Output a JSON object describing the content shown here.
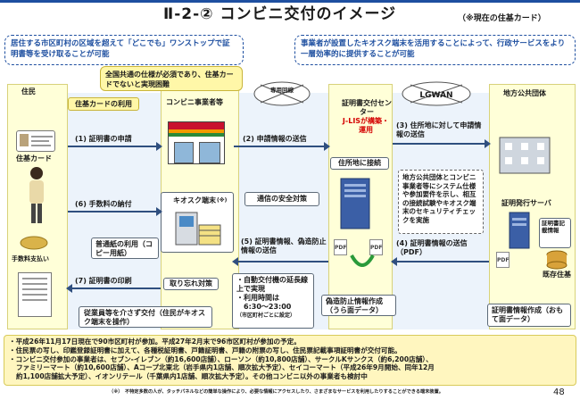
{
  "header": {
    "title": "Ⅱ-2-② コンビニ交付のイメージ",
    "subtitle": "（※現在の住基カード）"
  },
  "callouts": {
    "left": "居住する市区町村の区域を超えて「どこでも」ワンストップで証明書等を受け取ることが可能",
    "right": "事業者が設置したキオスク端末を活用することによって、行政サービスをより一層効率的に提供することが可能",
    "spec": "全国共通の仕様が必須であり、住基カードでないと実現困難"
  },
  "columns": {
    "resident": "住民",
    "conbini": "コンビニ事業者等",
    "center": "証明書交付センター",
    "center_note": "J-LISが構築・運用",
    "local": "地方公共団体"
  },
  "resident": {
    "card_usage": "住基カードの利用",
    "card_label": "住基カード",
    "fee_label": "手数料支払い"
  },
  "networks": {
    "private": "専用回線",
    "lgwan": "LGWAN"
  },
  "steps": {
    "s1": "(1) 証明書の申請",
    "s2": "(2) 申請情報の送信",
    "s3": "(3) 住所地に対して申請情報の送信",
    "s4": "(4) 証明書情報の送信（PDF）",
    "s5": "(5) 証明書情報、偽造防止情報の送信",
    "s6": "(6) 手数料の納付",
    "s7": "(7) 証明書の印刷"
  },
  "labels": {
    "kiosk": "キオスク端末",
    "kiosk_note": "(※)",
    "secure": "通信の安全対策",
    "paper": "普通紙の利用（コピー用紙）",
    "forget": "取り忘れ対策",
    "staff": "従業員等を介さず交付（住民がキオスク端末を操作）",
    "hours_1": "・自動交付機の延長線上で実現",
    "hours_2": "・利用時間は",
    "hours_3": "6:30〜23:00",
    "hours_4": "（市区町村ごとに設定）",
    "connect": "住所地に接続",
    "anti_forgery": "偽造防止情報作成（うら面データ）",
    "local_spec": "地方公共団体とコンビニ事業者等にシステム仕様や参加要件を示し、相互の接続試験やキオスク端末のセキュリティチェックを実施",
    "server": "証明発行サーバ",
    "db": "証明書記載情報",
    "jyuki": "既存住基",
    "cert_create": "証明書情報作成（おもて面データ）",
    "pdf": "PDF"
  },
  "notes": [
    "・平成26年11月17日現在で90市区町村が参加。平成27年2月末で96市区町村が参加の予定。",
    "・住民票の写し、印鑑登録証明書に加えて、各種税証明書、戸籍証明書、戸籍の附票の写し、住民票記載事項証明書が交付可能。",
    "・コンビニ交付参加の事業者は、セブン-イレブン（約16,600店舗）、ローソン（約10,800店舗）、サークルKサンクス（約6,200店舗）、",
    "ファミリーマート（約10,600店舗）、Aコープ北東北（岩手県内1店舗、順次拡大予定）、セイコーマート（平成26年9月開始、同年12月",
    "約1,100店舗拡大予定）、イオンリテール（千葉県内1店舗、順次拡大予定）。その他コンビニ以外の事業者も検討中"
  ],
  "footnote": "（※）　不特定多数の人が、タッチパネルなどの簡単な操作により、必要な情報にアクセスしたり、さまざまなサービスを利用したりすることができる端末装置。",
  "page_number": "48"
}
